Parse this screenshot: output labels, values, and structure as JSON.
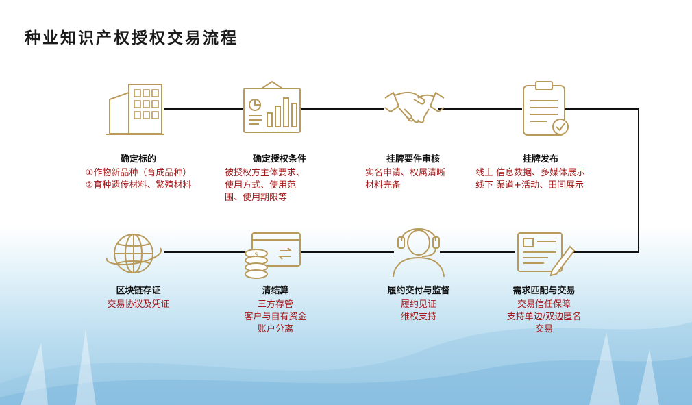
{
  "title": "种业知识产权授权交易流程",
  "colors": {
    "accent": "#a3181a",
    "line": "#111111",
    "icon_gold": "#b89a5a"
  },
  "steps": [
    {
      "title": "确定标的",
      "desc": [
        "①作物新品种（育成品种）",
        "②育种遗传材料、繁殖材料"
      ],
      "icon": "building-icon"
    },
    {
      "title": "确定授权条件",
      "desc": [
        "被授权方主体要求、",
        "使用方式、使用范",
        "围、使用期限等"
      ],
      "icon": "presentation-chart-icon"
    },
    {
      "title": "挂牌要件审核",
      "desc": [
        "实名申请、权属清晰",
        "材料完备"
      ],
      "icon": "handshake-icon"
    },
    {
      "title": "挂牌发布",
      "desc": [
        "线上 信息数据、多媒体展示",
        "线下 渠道+活动、田间展示"
      ],
      "icon": "clipboard-check-icon"
    },
    {
      "title": "需求匹配与交易",
      "desc": [
        "交易信任保障",
        "支持单边/双边匿名",
        "交易"
      ],
      "icon": "contract-sign-icon"
    },
    {
      "title": "履约交付与监督",
      "desc": [
        "履约见证",
        "维权支持"
      ],
      "icon": "customer-service-icon"
    },
    {
      "title": "清结算",
      "desc": [
        "三方存管",
        "客户与自有资金",
        "账户分离"
      ],
      "icon": "card-coins-icon"
    },
    {
      "title": "区块链存证",
      "desc": [
        "交易协议及凭证"
      ],
      "icon": "globe-icon"
    }
  ]
}
